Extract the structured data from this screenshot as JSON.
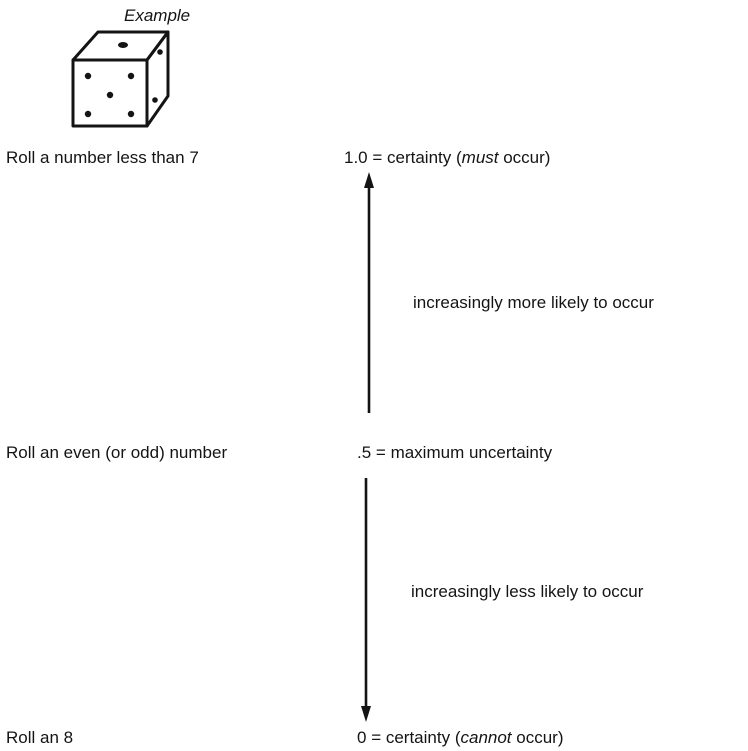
{
  "header": {
    "example_label": "Example"
  },
  "icons": {
    "die": "die-icon"
  },
  "scale": [
    {
      "example": "Roll a number less than 7",
      "value": "1.0",
      "equals": " = ",
      "meaning_pre": "certainty (",
      "meaning_emph": "must",
      "meaning_post": " occur)"
    },
    {
      "example": "Roll an even (or odd) number",
      "value": ".5",
      "equals": " = ",
      "meaning": "maximum uncertainty"
    },
    {
      "example": "Roll an 8",
      "value": "0",
      "equals": " = ",
      "meaning_pre": "certainty (",
      "meaning_emph": "cannot",
      "meaning_post": " occur)"
    }
  ],
  "arrows": {
    "up_label": "increasingly more likely to occur",
    "down_label": "increasingly less likely to occur"
  },
  "colors": {
    "ink": "#141414",
    "background": "#ffffff"
  }
}
